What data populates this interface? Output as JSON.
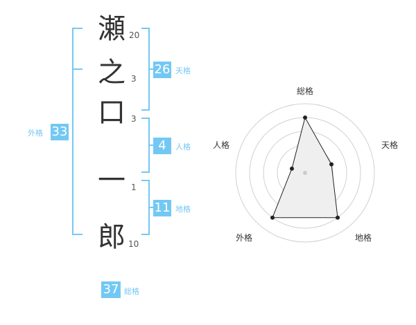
{
  "name": {
    "chars": [
      {
        "char": "瀬",
        "strokes": "20"
      },
      {
        "char": "之",
        "strokes": "3"
      },
      {
        "char": "口",
        "strokes": "3"
      },
      {
        "char": "一",
        "strokes": "1"
      },
      {
        "char": "郎",
        "strokes": "10"
      }
    ]
  },
  "fortunes": {
    "tenkaku": {
      "label": "天格",
      "value": "26"
    },
    "jinkaku": {
      "label": "人格",
      "value": "4"
    },
    "chikaku": {
      "label": "地格",
      "value": "11"
    },
    "gaikaku": {
      "label": "外格",
      "value": "33"
    },
    "soukaku": {
      "label": "総格",
      "value": "37"
    }
  },
  "radar": {
    "axes": [
      "総格",
      "天格",
      "地格",
      "外格",
      "人格"
    ],
    "levels": [
      4,
      2,
      4,
      4,
      1
    ],
    "max": 4
  }
}
